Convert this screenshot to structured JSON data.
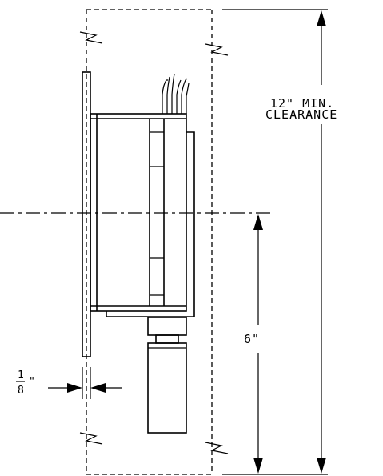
{
  "clearance": {
    "line1": "12\" MIN.",
    "line2": "CLEARANCE"
  },
  "height_label": "6\"",
  "thickness": {
    "numerator": "1",
    "denominator": "8",
    "unit": "\""
  }
}
